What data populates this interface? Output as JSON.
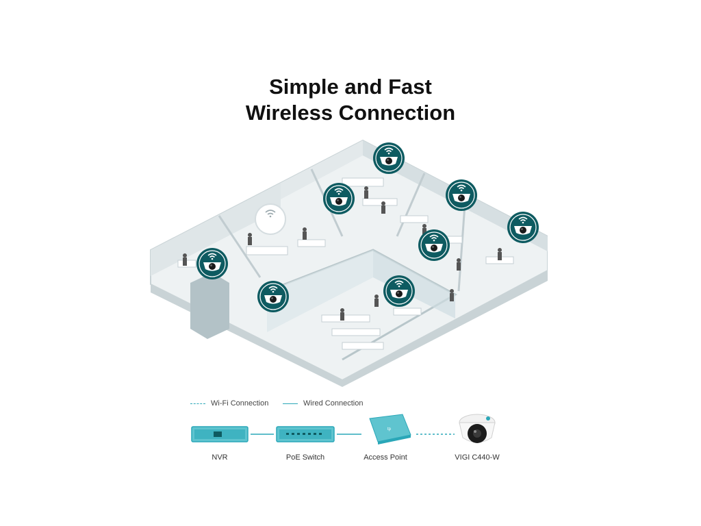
{
  "title": {
    "line1": "Simple and Fast",
    "line2": "Wireless Connection"
  },
  "legend": {
    "wifi": "Wi-Fi Connection",
    "wired": "Wired Connection"
  },
  "devices": {
    "nvr": "NVR",
    "poe_switch": "PoE Switch",
    "access_point": "Access Point",
    "camera": "VIGI C440-W"
  },
  "colors": {
    "teal_dark": "#0e5b61",
    "teal": "#2aa7b8",
    "teal_light": "#5fc4cf",
    "wall": "#c9d3d6",
    "floor": "#eef2f3"
  },
  "icons": {
    "camera_badge": "wifi-dome-camera-icon",
    "ap_on_ceiling": "access-point-icon"
  }
}
